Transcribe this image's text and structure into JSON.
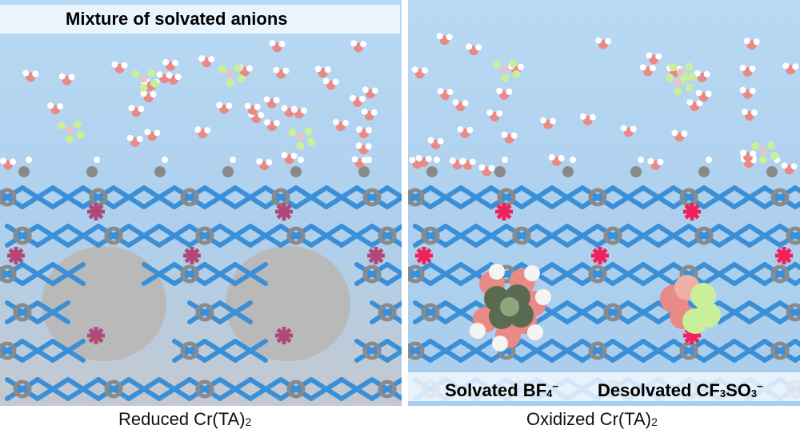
{
  "left_panel": {
    "banner": "Mixture of solvated anions",
    "caption": {
      "main": "Reduced Cr(TA)",
      "sub": "2"
    }
  },
  "right_panel": {
    "label_solvated": {
      "main": "Solvated BF",
      "sub": "4",
      "sup": "−"
    },
    "label_desolvated": {
      "main": "Desolvated CF",
      "sub1": "3",
      "mid": "SO",
      "sub2": "3",
      "sup": "−"
    },
    "caption": {
      "main": "Oxidized Cr(TA)",
      "sub": "2"
    }
  },
  "colors": {
    "background_top": "#b9d9f3",
    "framework_blue": "#3a8fd6",
    "carbon_gray": "#8a8a8a",
    "oxygen_red": "#e88a86",
    "fluorine_green": "#c9ef9a",
    "cr_reduced": "#b0497a",
    "cr_oxidized": "#f0205a",
    "pore_gray": "#b9b9b9"
  }
}
